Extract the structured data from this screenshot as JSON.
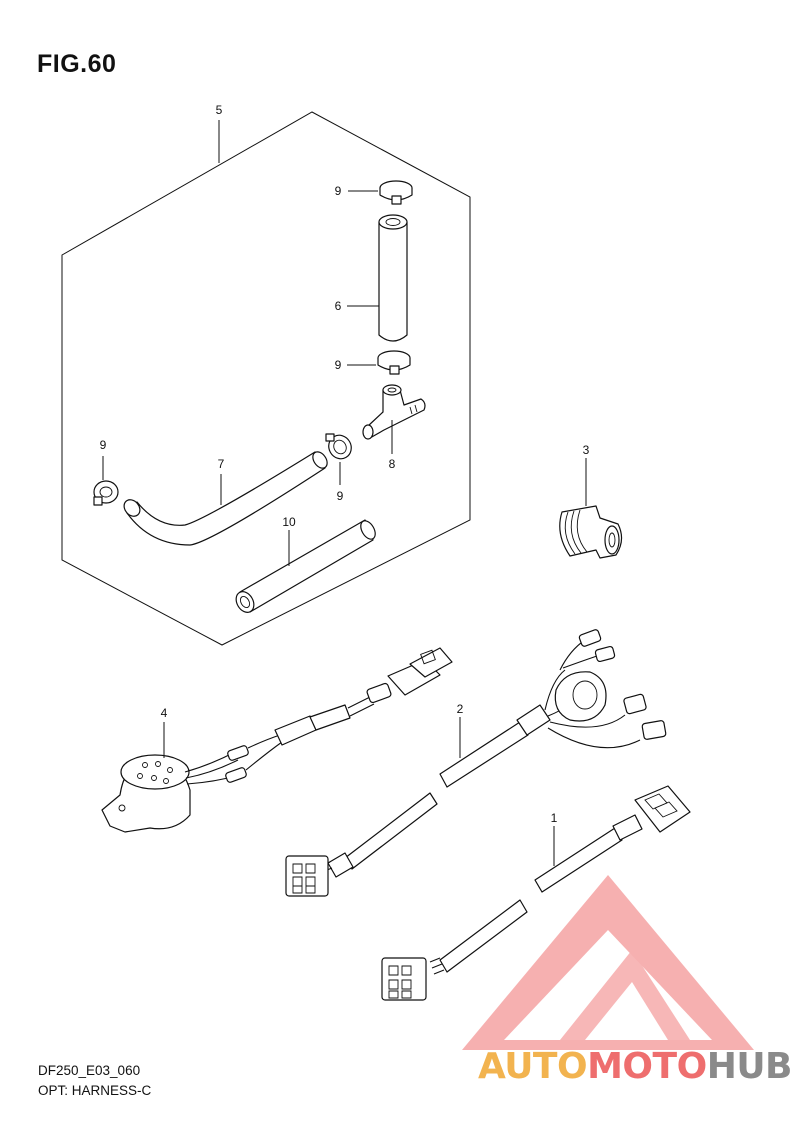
{
  "figure": {
    "title": "FIG.60",
    "code": "DF250_E03_060",
    "subtitle": "OPT: HARNESS-C"
  },
  "callouts": {
    "c1": "1",
    "c2": "2",
    "c3": "3",
    "c4": "4",
    "c5": "5",
    "c6": "6",
    "c7": "7",
    "c8": "8",
    "c9a": "9",
    "c9b": "9",
    "c9c": "9",
    "c9d": "9",
    "c10": "10"
  },
  "watermark": {
    "part1": "AUTO",
    "part2": "MOTO",
    "part3": "HUB",
    "colors": {
      "auto": "#f2b34f",
      "moto": "#ee6e6e",
      "hub": "#8a8a8a",
      "logo": "#f07070"
    }
  }
}
